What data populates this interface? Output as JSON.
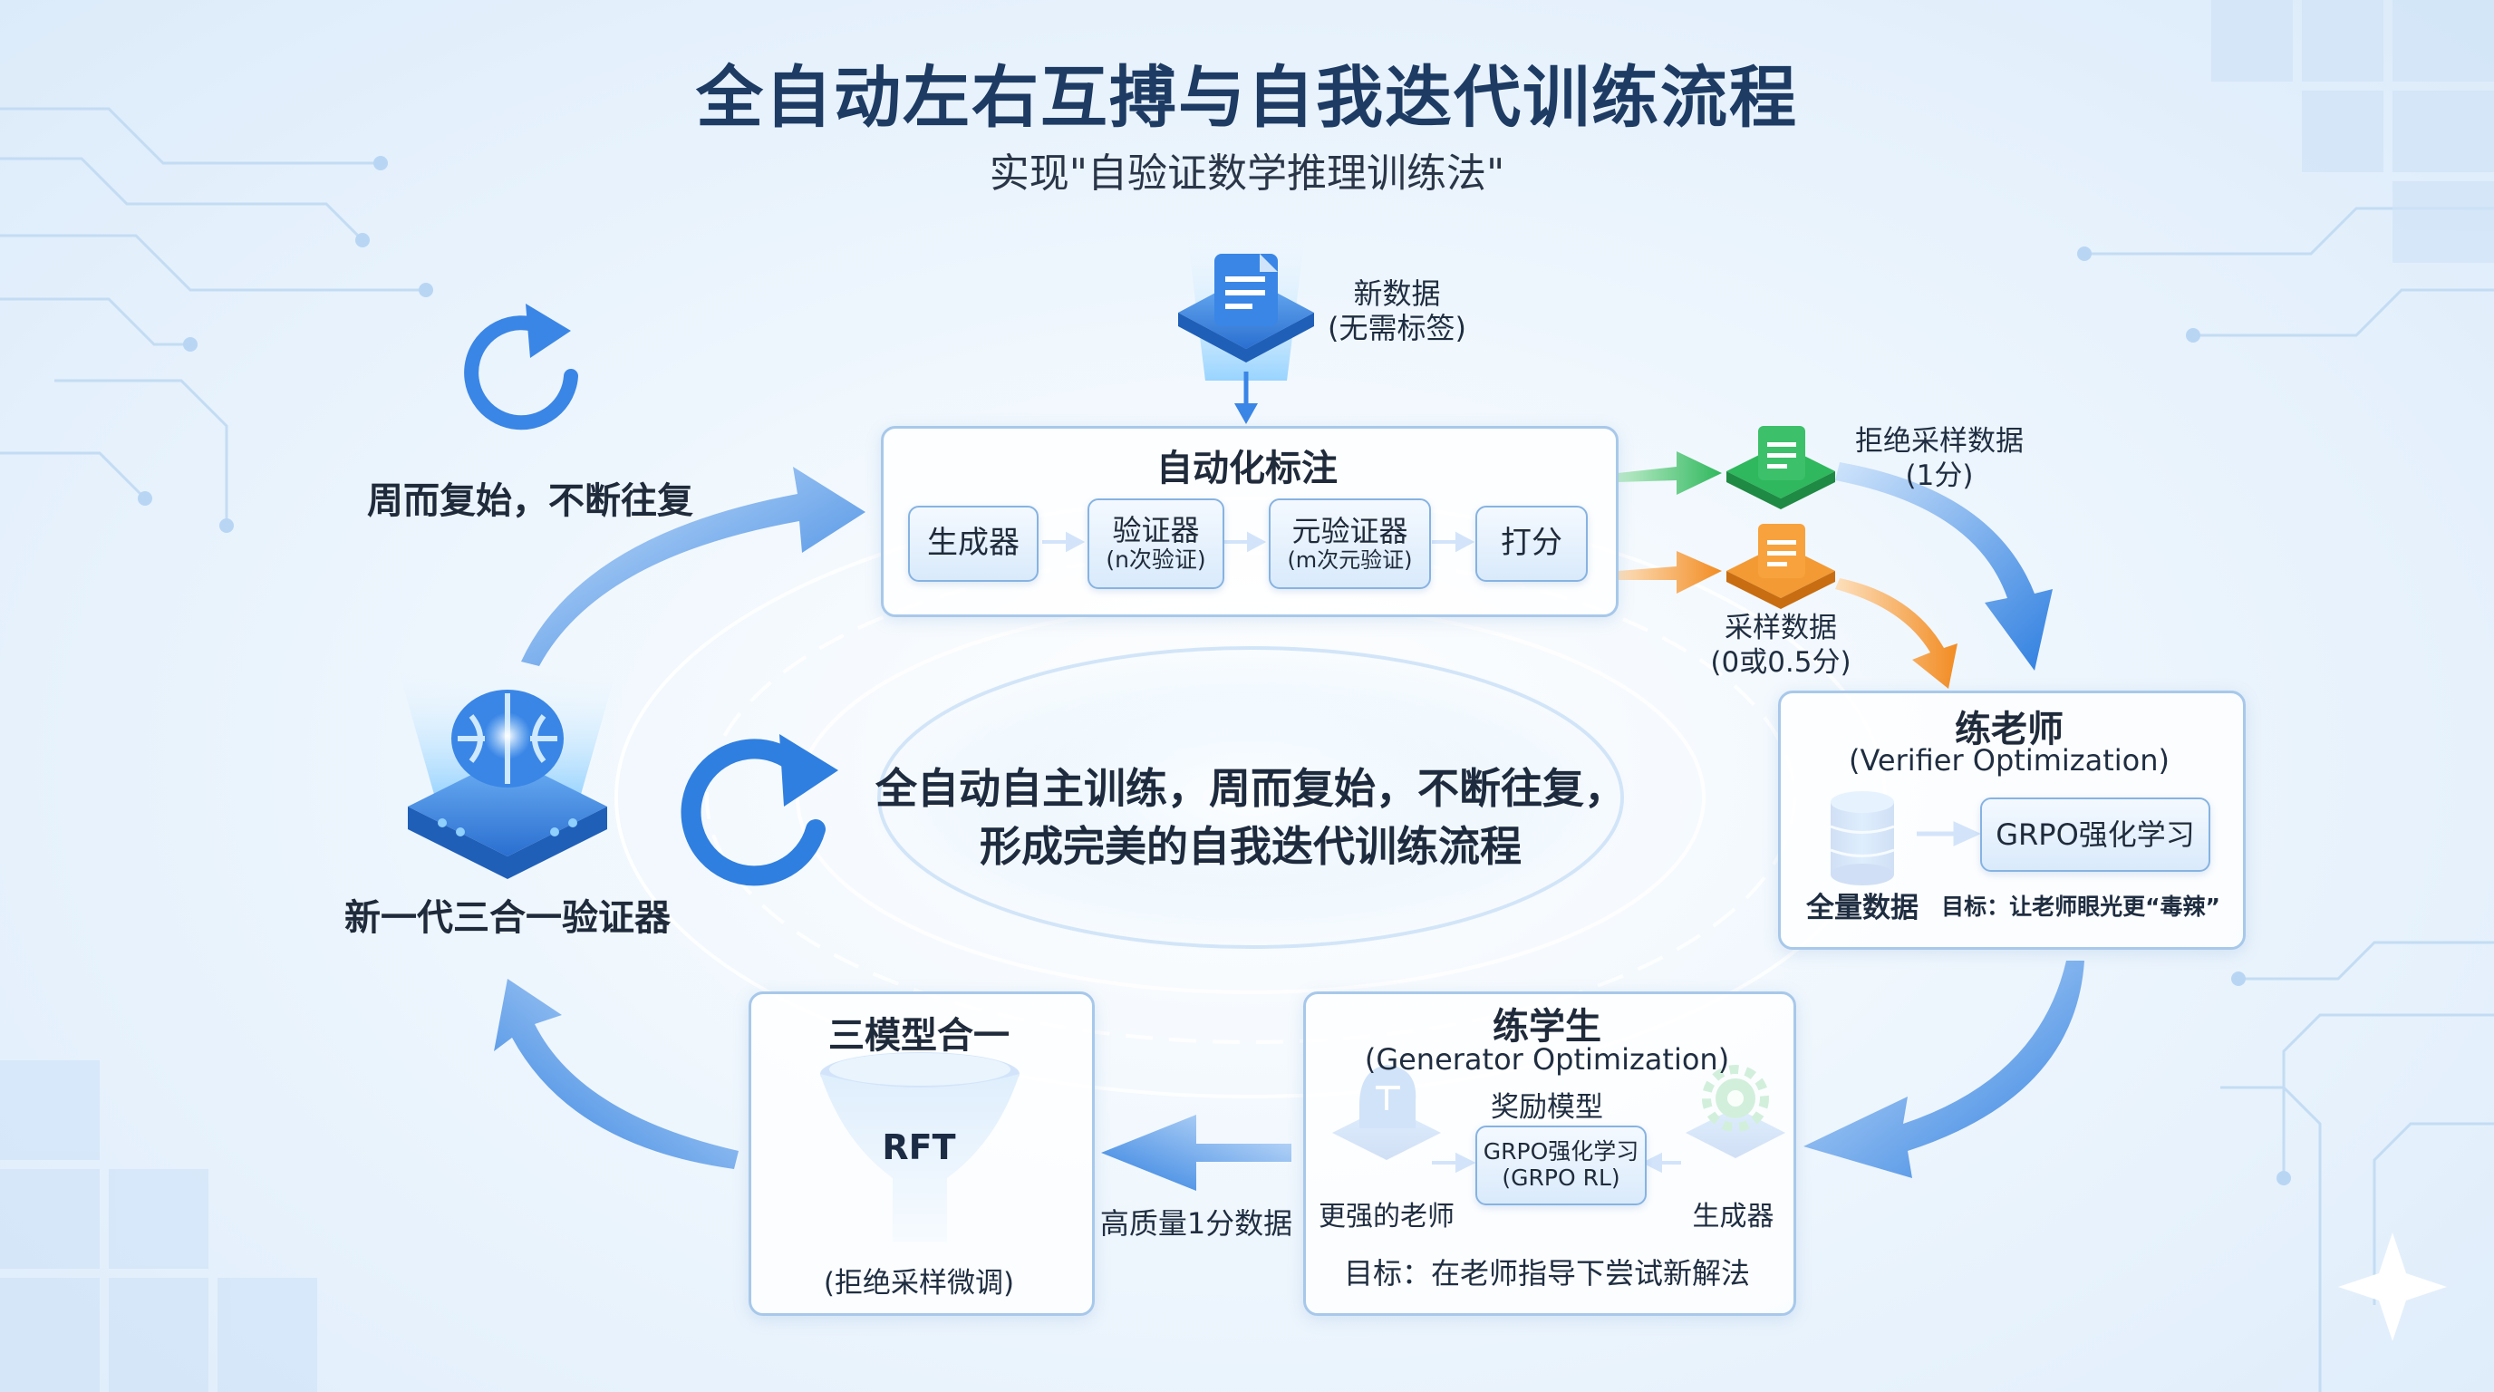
{
  "header": {
    "title": "全自动左右互搏与自我迭代训练流程",
    "subtitle": "实现\"自验证数学推理训练法\""
  },
  "new_data": {
    "line1": "新数据",
    "line2": "(无需标签)"
  },
  "cycle_caption": "周而复始，不断往复",
  "auto_label": {
    "title": "自动化标注",
    "generator": "生成器",
    "verifier": "验证器",
    "verifier_sub": "(n次验证)",
    "meta_verifier": "元验证器",
    "meta_verifier_sub": "(m次元验证)",
    "score": "打分"
  },
  "rejection_data": {
    "line1": "拒绝采样数据",
    "line2": "(1分)"
  },
  "sampled_data": {
    "line1": "采样数据",
    "line2": "(0或0.5分)"
  },
  "center": {
    "line1": "全自动自主训练，周而复始，不断往复，",
    "line2": "形成完美的自我迭代训练流程"
  },
  "verifier_node": {
    "label": "新一代三合一验证器"
  },
  "teacher": {
    "title": "练老师",
    "subtitle": "(Verifier Optimization)",
    "full_data": "全量数据",
    "grpo": "GRPO强化学习",
    "goal": "目标：让老师眼光更“毒辣”"
  },
  "student": {
    "title": "练学生",
    "subtitle": "(Generator Optimization)",
    "reward_model": "奖励模型",
    "grpo_line1": "GRPO强化学习",
    "grpo_line2": "(GRPO RL)",
    "stronger_teacher": "更强的老师",
    "generator": "生成器",
    "goal": "目标：在老师指导下尝试新解法"
  },
  "merge": {
    "title": "三模型合一",
    "funnel_label": "RFT",
    "caption": "(拒绝采样微调)"
  },
  "hq_data": "高质量1分数据",
  "icons": [
    "document-icon",
    "refresh-icon",
    "brain-chip-icon",
    "database-icon",
    "gear-icon",
    "teacher-head-icon",
    "funnel-icon"
  ],
  "colors": {
    "accent_blue": "#3a86e6",
    "green": "#3cc06a",
    "orange": "#f39a34",
    "title_navy": "#1d3b63"
  }
}
